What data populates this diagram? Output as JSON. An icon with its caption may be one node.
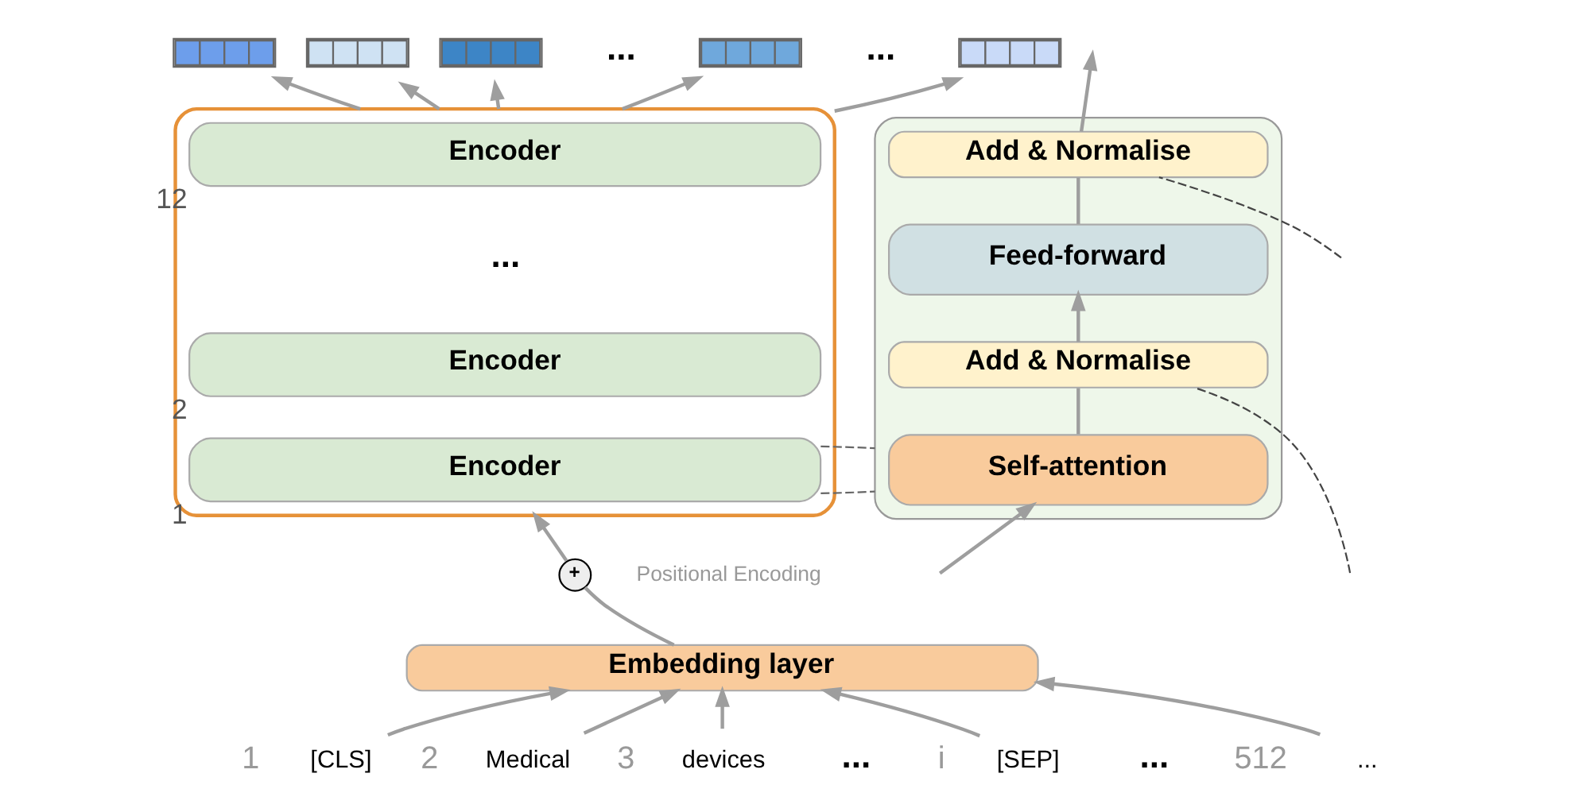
{
  "diagram": {
    "nodes": [
      {
        "text": [],
        "shape": "box"
      },
      {
        "text": [],
        "shape": "box"
      },
      {
        "text": [],
        "shape": "box"
      },
      {
        "text": [],
        "shape": "box"
      },
      {
        "text": [],
        "shape": "box"
      },
      {
        "text": [],
        "shape": "box"
      },
      {
        "text": [
          "Encoder"
        ],
        "in": 5,
        "beside": [
          "12"
        ]
      },
      {
        "text": [
          "Encoder"
        ],
        "in": 5,
        "beside": [
          "2"
        ]
      },
      {
        "text": [
          "Encoder"
        ],
        "in": 5,
        "beside": [
          "1"
        ]
      },
      {
        "text": [
          "+"
        ],
        "beside": [
          "Positional Encoding"
        ]
      },
      {
        "text": [
          "Embedding layer"
        ]
      },
      {
        "text": [
          "[CLS]"
        ]
      },
      {
        "text": [
          "Medical"
        ]
      },
      {
        "text": [
          "devices"
        ]
      },
      {
        "text": [
          "[SEP]"
        ]
      },
      {
        "text": [
          "..."
        ]
      },
      {
        "text": [],
        "shape": "box"
      },
      {
        "text": [
          "Add & Normalise"
        ],
        "in": 16
      },
      {
        "text": [
          "Feed-forward"
        ],
        "in": 16
      },
      {
        "text": [
          "Add & Normalise"
        ],
        "in": 16
      },
      {
        "text": [
          "Self-attention"
        ],
        "in": 16
      }
    ],
    "edges": [
      {
        "from": 5,
        "to": 0,
        "arrow": "to"
      },
      {
        "from": 5,
        "to": 1,
        "arrow": "to"
      },
      {
        "from": 5,
        "to": 2,
        "arrow": "to"
      },
      {
        "from": 5,
        "to": 3,
        "arrow": "to"
      },
      {
        "from": 5,
        "to": 4,
        "arrow": "to"
      },
      {
        "from": 10,
        "to": 9,
        "arrow": "none"
      },
      {
        "from": 9,
        "to": 5,
        "arrow": "to"
      },
      {
        "from": 11,
        "to": 10,
        "arrow": "to"
      },
      {
        "from": 12,
        "to": 10,
        "arrow": "to"
      },
      {
        "from": 13,
        "to": 10,
        "arrow": "to"
      },
      {
        "from": 14,
        "to": 10,
        "arrow": "to"
      },
      {
        "from": 15,
        "to": 10,
        "arrow": "to"
      },
      {
        "from": 8,
        "to": 16,
        "arrow": "none",
        "style": "dashed",
        "color": "#666666"
      },
      {
        "from": 8,
        "to": 16,
        "arrow": "none",
        "style": "dashed",
        "color": "#666666"
      },
      {
        "from": null,
        "to": 20,
        "arrow": "to"
      },
      {
        "from": 20,
        "to": 19,
        "arrow": "none"
      },
      {
        "from": 19,
        "to": 18,
        "arrow": "to"
      },
      {
        "from": 18,
        "to": 17,
        "arrow": "none"
      },
      {
        "from": null,
        "to": 19,
        "arrow": "none",
        "style": "dashed",
        "color": "#444444"
      },
      {
        "from": null,
        "to": 17,
        "arrow": "none",
        "style": "dashed",
        "color": "#444444"
      },
      {
        "from": 17,
        "to": null,
        "arrow": "to"
      }
    ],
    "labels": [
      "...",
      "...",
      "...",
      "1",
      "2",
      "3",
      "...",
      "i",
      "...",
      "512"
    ]
  }
}
